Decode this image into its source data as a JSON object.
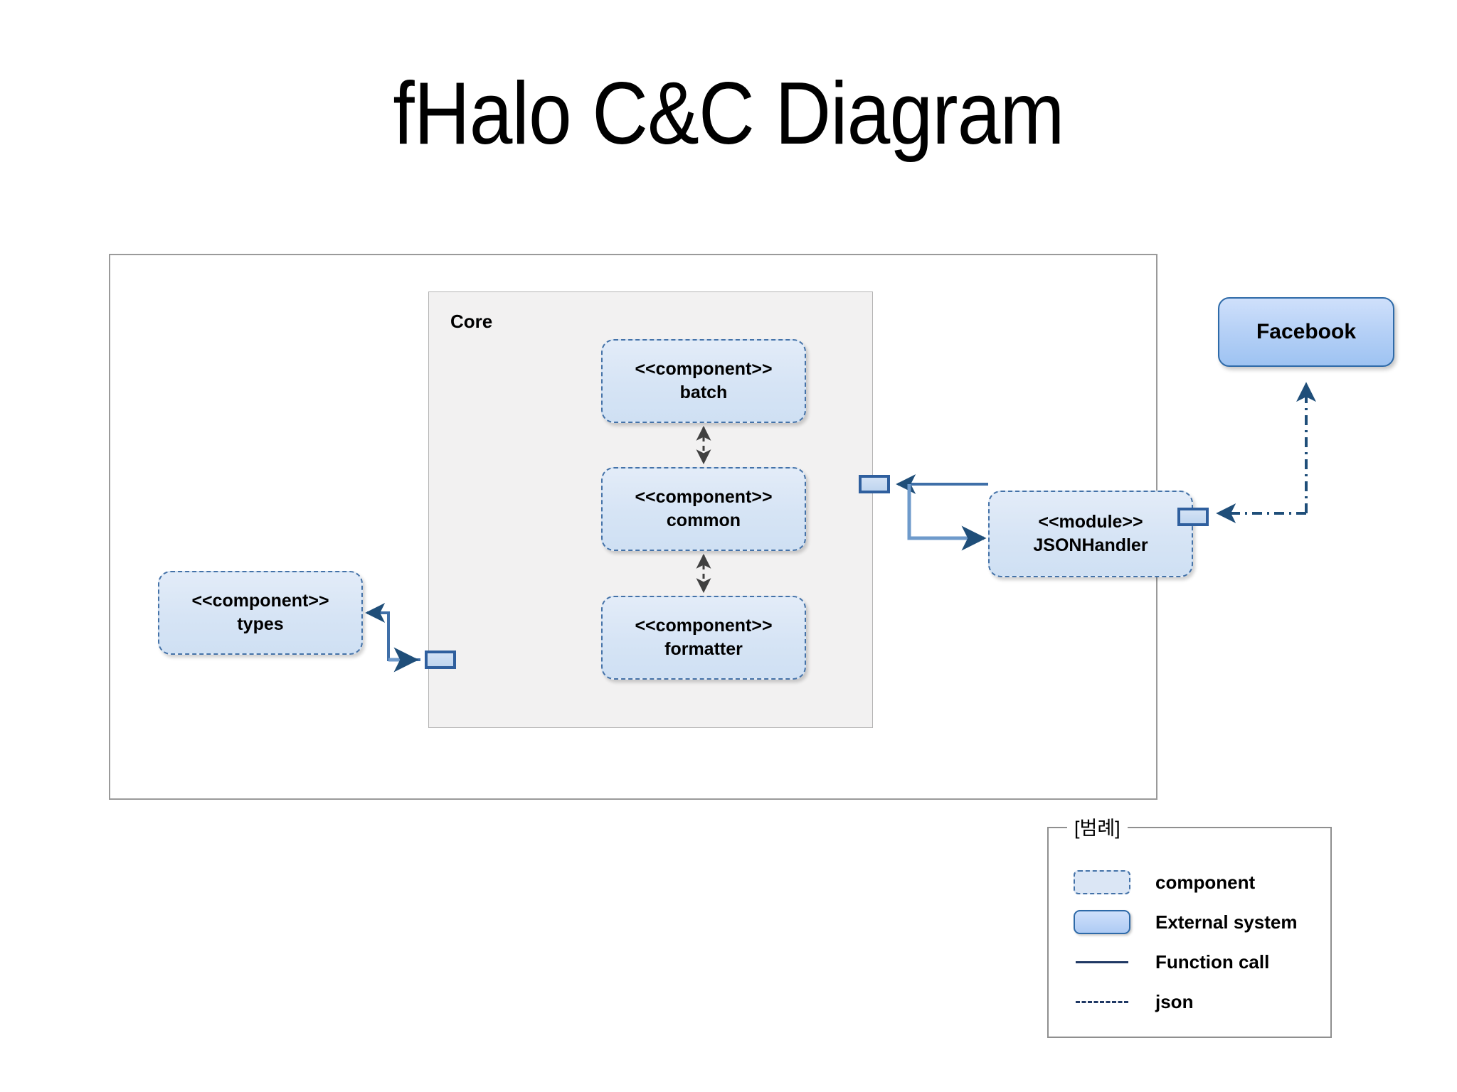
{
  "title": "fHalo C&C Diagram",
  "core": {
    "label": "Core",
    "components": [
      {
        "id": "batch",
        "stereotype": "<<component>>",
        "name": "batch"
      },
      {
        "id": "common",
        "stereotype": "<<component>>",
        "name": "common"
      },
      {
        "id": "formatter",
        "stereotype": "<<component>>",
        "name": "formatter"
      }
    ]
  },
  "outside_components": [
    {
      "id": "types",
      "stereotype": "<<component>>",
      "name": "types"
    }
  ],
  "modules": [
    {
      "id": "jsonhandler",
      "stereotype": "<<module>>",
      "name": "JSONHandler"
    }
  ],
  "external_systems": [
    {
      "id": "facebook",
      "name": "Facebook"
    }
  ],
  "legend": {
    "title": "[범례]",
    "items": [
      {
        "key": "component",
        "label": "component",
        "swatch": "dashed-rounded-box"
      },
      {
        "key": "external",
        "label": "External system",
        "swatch": "solid-gradient-box"
      },
      {
        "key": "function_call",
        "label": "Function call",
        "swatch": "solid-line"
      },
      {
        "key": "json",
        "label": "json",
        "swatch": "dash-dot-line"
      }
    ]
  },
  "colors": {
    "component_fill": "#d9e5f5",
    "component_border": "#4472a8",
    "external_fill": "#b5d0f6",
    "external_border": "#2e6aa8",
    "core_fill": "#f2f1f1",
    "core_border": "#b4b4b4",
    "boundary_border": "#9a9a9a",
    "connector_function": "#1f3864",
    "connector_json": "#1f3864",
    "connector_dependency": "#404040",
    "port_fill": "#c8daf0",
    "port_border": "#2f5f9e"
  }
}
